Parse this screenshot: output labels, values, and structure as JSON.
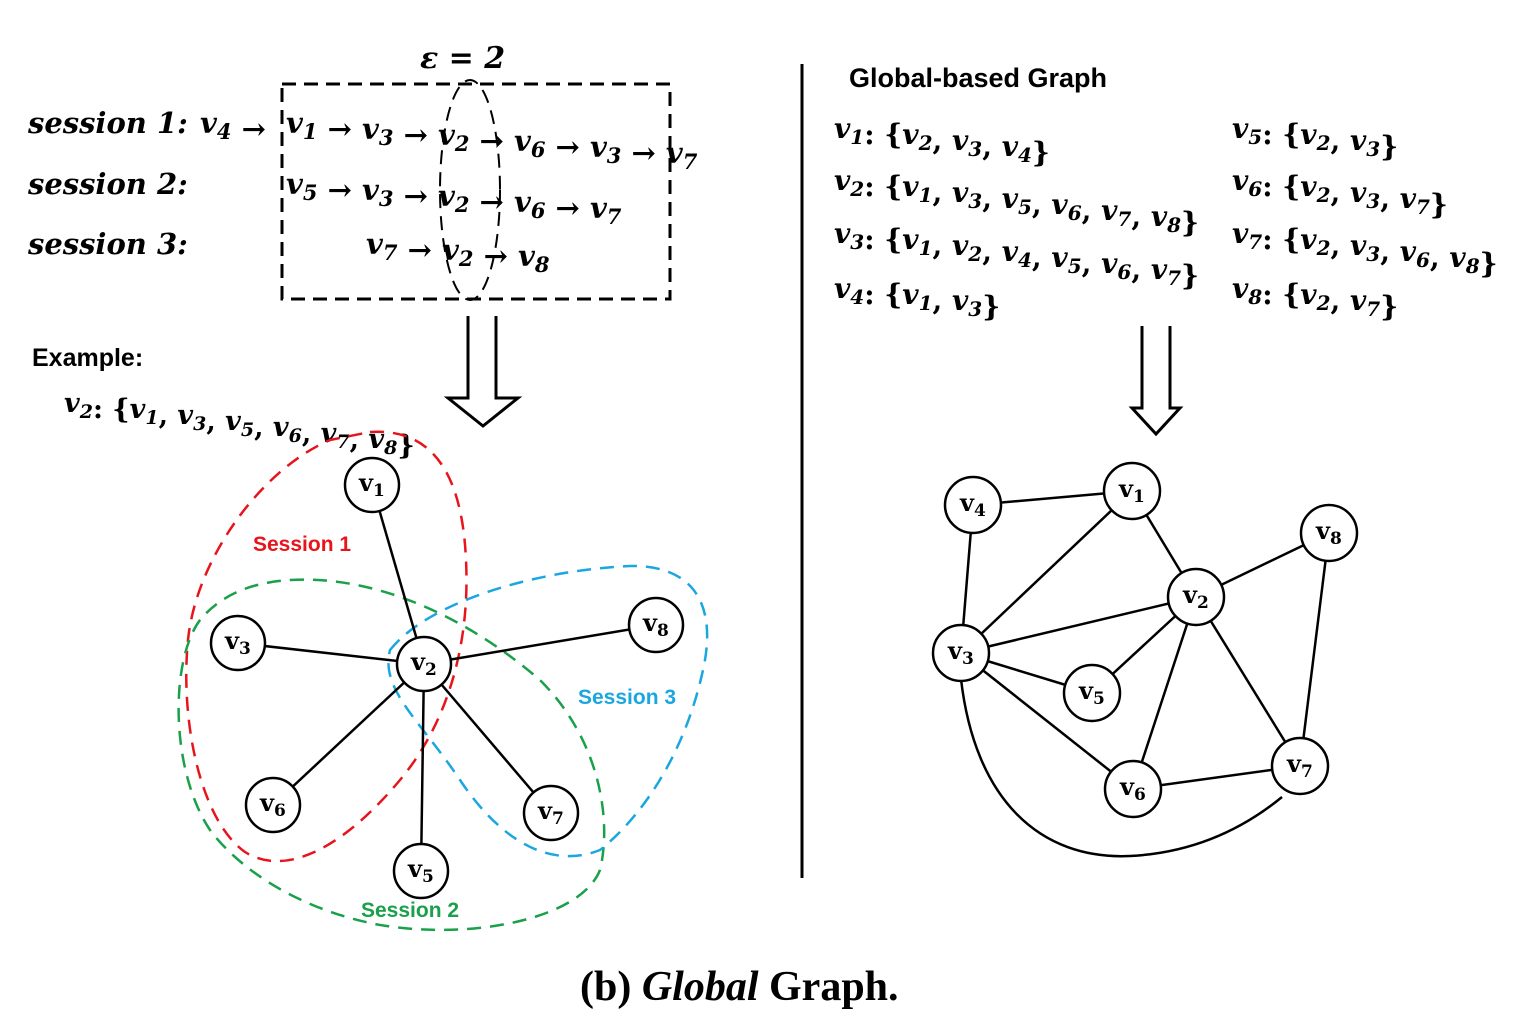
{
  "epsilon_label": "ε = 2",
  "sessions": [
    {
      "label": "session 1",
      "sequence": [
        "v4",
        "v1",
        "v3",
        "v2",
        "v6",
        "v3",
        "v7"
      ]
    },
    {
      "label": "session 2",
      "sequence": [
        "v5",
        "v3",
        "v2",
        "v6",
        "v7"
      ]
    },
    {
      "label": "session 3",
      "sequence": [
        "v7",
        "v2",
        "v8"
      ]
    }
  ],
  "example": {
    "title": "Example:",
    "node": "v2",
    "neighbors": [
      "v1",
      "v3",
      "v5",
      "v6",
      "v7",
      "v8"
    ]
  },
  "example_graph": {
    "center": "v2",
    "nodes": [
      "v1",
      "v2",
      "v3",
      "v5",
      "v6",
      "v7",
      "v8"
    ],
    "edges": [
      [
        "v2",
        "v1"
      ],
      [
        "v2",
        "v3"
      ],
      [
        "v2",
        "v8"
      ],
      [
        "v2",
        "v6"
      ],
      [
        "v2",
        "v5"
      ],
      [
        "v2",
        "v7"
      ]
    ],
    "session_regions": [
      {
        "label": "Session 1",
        "color": "#e8141b"
      },
      {
        "label": "Session 2",
        "color": "#1aa04a"
      },
      {
        "label": "Session 3",
        "color": "#1aa7e0"
      }
    ]
  },
  "global_graph": {
    "title": "Global-based Graph",
    "adjacency": [
      {
        "node": "v1",
        "neighbors": [
          "v2",
          "v3",
          "v4"
        ]
      },
      {
        "node": "v2",
        "neighbors": [
          "v1",
          "v3",
          "v5",
          "v6",
          "v7",
          "v8"
        ]
      },
      {
        "node": "v3",
        "neighbors": [
          "v1",
          "v2",
          "v4",
          "v5",
          "v6",
          "v7"
        ]
      },
      {
        "node": "v4",
        "neighbors": [
          "v1",
          "v3"
        ]
      },
      {
        "node": "v5",
        "neighbors": [
          "v2",
          "v3"
        ]
      },
      {
        "node": "v6",
        "neighbors": [
          "v2",
          "v3",
          "v7"
        ]
      },
      {
        "node": "v7",
        "neighbors": [
          "v2",
          "v3",
          "v6",
          "v8"
        ]
      },
      {
        "node": "v8",
        "neighbors": [
          "v2",
          "v7"
        ]
      }
    ],
    "nodes": [
      "v1",
      "v2",
      "v3",
      "v4",
      "v5",
      "v6",
      "v7",
      "v8"
    ],
    "edges": [
      [
        "v4",
        "v1"
      ],
      [
        "v4",
        "v3"
      ],
      [
        "v1",
        "v3"
      ],
      [
        "v1",
        "v2"
      ],
      [
        "v3",
        "v2"
      ],
      [
        "v3",
        "v5"
      ],
      [
        "v3",
        "v6"
      ],
      [
        "v3",
        "v7"
      ],
      [
        "v2",
        "v5"
      ],
      [
        "v2",
        "v6"
      ],
      [
        "v2",
        "v7"
      ],
      [
        "v2",
        "v8"
      ],
      [
        "v8",
        "v7"
      ],
      [
        "v6",
        "v7"
      ]
    ]
  },
  "caption": {
    "prefix": "(b) ",
    "italic": "Global",
    "suffix": " Graph."
  }
}
